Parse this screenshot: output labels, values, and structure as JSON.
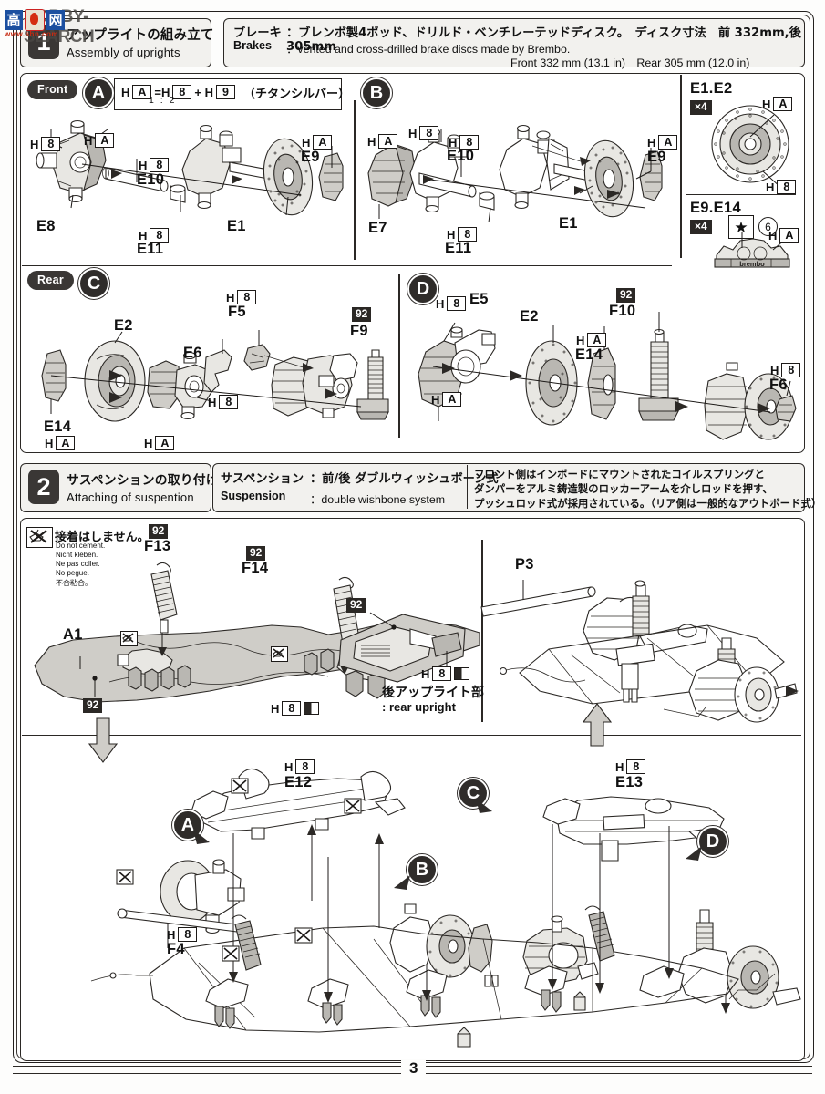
{
  "watermark": {
    "chinese": "高　网",
    "site": "www.shn.com",
    "overlay": "HOBBY-SEARCH"
  },
  "page": {
    "number": "3"
  },
  "steps": [
    {
      "number": "1",
      "title_jp": "アップライトの組み立て",
      "title_en": "Assembly of  uprights",
      "spec": {
        "jp_label": "ブレーキ",
        "jp_text": "：ブレンボ製4ポッド、ドリルド・ベンチレーテッドディスク。　ディスク寸法　前 332mm,後 305mm",
        "en_label": "Brakes",
        "en_text": "：vented and cross-drilled brake discs made by Brembo.",
        "en_dims": "Front 332 mm (13.1 in)　Rear 305 mm (12.0 in)"
      },
      "mix_note": {
        "result": "H A",
        "formula": "= H 8  + H 9",
        "color_name": "（チタンシルバー）",
        "ratio": "1  :  2"
      },
      "sub_steps": [
        {
          "id": "A",
          "position_label": "Front",
          "parts": [
            "H 8",
            "E8",
            "H A",
            "H 8",
            "E10",
            "H 8",
            "E11",
            "E1",
            "H A",
            "E9"
          ]
        },
        {
          "id": "B",
          "position_label": "",
          "parts": [
            "H A",
            "E7",
            "H 8",
            "H 8",
            "E10",
            "H 8",
            "E11",
            "E1",
            "H A",
            "E9"
          ]
        },
        {
          "id": "C",
          "position_label": "Rear",
          "parts": [
            "E14",
            "H A",
            "E2",
            "H A",
            "E6",
            "H 8",
            "H 8",
            "F5",
            "92",
            "F9"
          ]
        },
        {
          "id": "D",
          "position_label": "",
          "parts": [
            "H 8",
            "E5",
            "H A",
            "E2",
            "H A",
            "E14",
            "92",
            "F10",
            "H 8",
            "F6"
          ]
        }
      ],
      "detail_panels": [
        {
          "title": "E1.E2",
          "qty": "×4",
          "callouts": [
            "H A",
            "H 8"
          ]
        },
        {
          "title": "E9.E14",
          "qty": "×4",
          "star": "★",
          "star_num": "6",
          "callouts": [
            "H A"
          ],
          "caption": "brembo"
        }
      ]
    },
    {
      "number": "2",
      "title_jp": "サスペンションの取り付け",
      "title_en": "Attaching of  suspention",
      "spec": {
        "jp_label": "サスペンション",
        "jp_text": "：前/後 ダブルウィッシュボーン式",
        "en_label": "Suspension",
        "en_text": "：double wishbone system"
      },
      "note_jp": [
        "フロント側はインボードにマウントされたコイルスプリングと",
        "ダンパーをアルミ鋳造製のロッカーアームを介しロッドを押す、",
        "プッシュロッド式が採用されている。（リア側は一般的なアウトボード式）"
      ],
      "no_cement": {
        "jp": "接着はしません。",
        "lines": [
          "Do not cement.",
          "Nicht kleben.",
          "Ne pas coller.",
          "No pegue.",
          "不合粘合。"
        ]
      },
      "upper_left_parts": [
        "92",
        "F13",
        "92",
        "F14",
        "A1",
        "92",
        "H 8",
        "H 8"
      ],
      "rear_upright_caption_jp": "後アップライト部",
      "rear_upright_caption_en": ": rear upright",
      "upper_right_parts": [
        "P3"
      ],
      "lower_parts": [
        "H 8",
        "E12",
        "H 8",
        "F4",
        "H 8",
        "E13"
      ],
      "lower_markers": [
        "A",
        "B",
        "C",
        "D"
      ]
    }
  ]
}
